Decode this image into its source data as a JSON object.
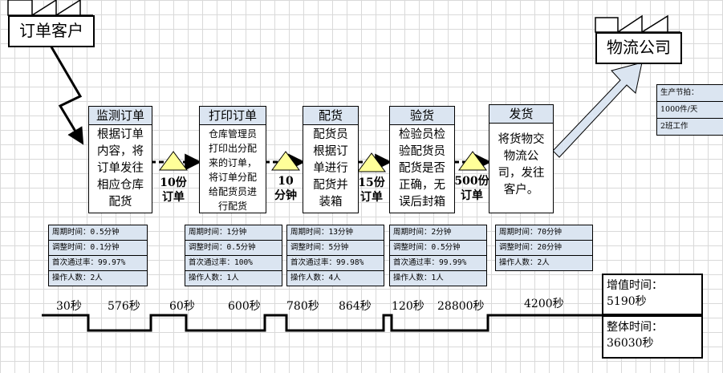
{
  "customer": {
    "label": "订单客户"
  },
  "logistics": {
    "label": "物流公司"
  },
  "processes": [
    {
      "title": "监测订单",
      "body": "根据订单\n内容，将\n订单发往\n相应仓库\n配货"
    },
    {
      "title": "打印订单",
      "body": "仓库管理员\n打印出分配\n来的订单，\n将订单分配\n给配货员进\n行配货"
    },
    {
      "title": "配货",
      "body": "配货员\n根据订\n单进行\n配货并\n装箱"
    },
    {
      "title": "验货",
      "body": "检验员检\n验配货员\n配货是否\n正确，无\n误后封箱"
    },
    {
      "title": "发货",
      "body": "将货物交\n物流公\n司，发往\n客户。"
    }
  ],
  "inventories": [
    {
      "qty": "10份\n订单"
    },
    {
      "qty": "10\n分钟"
    },
    {
      "qty": "15份\n订单"
    },
    {
      "qty": "500份\n订单"
    }
  ],
  "data_boxes": [
    {
      "rows": [
        "周期时间：0.5分钟",
        "调整时间：0.1分钟",
        "首次通过率：99.97%",
        "操作人数：2人"
      ]
    },
    {
      "rows": [
        "周期时间：1分钟",
        "调整时间：0.5分钟",
        "首次通过率：100%",
        "操作人数：1人"
      ]
    },
    {
      "rows": [
        "周期时间：13分钟",
        "调整时间：5分钟",
        "首次通过率：99.98%",
        "操作人数：4人"
      ]
    },
    {
      "rows": [
        "周期时间：2分钟",
        "调整时间：0.5分钟",
        "首次通过率：99.99%",
        "操作人数：1人"
      ]
    },
    {
      "rows": [
        "周期时间：70分钟",
        "调整时间：20分钟",
        "操作人数：2人"
      ]
    }
  ],
  "production_plan": {
    "rows": [
      "生产节拍：",
      "1000件/天",
      "2班工作"
    ]
  },
  "timeline": [
    "30秒",
    "576秒",
    "60秒",
    "600秒",
    "780秒",
    "864秒",
    "120秒",
    "28800秒",
    "4200秒"
  ],
  "value_added": {
    "label": "增值时间：",
    "value": "5190秒"
  },
  "total_time": {
    "label": "整体时间：",
    "value": "36030秒"
  }
}
